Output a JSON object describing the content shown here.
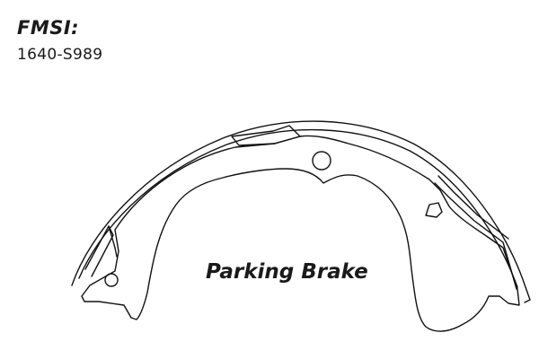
{
  "header": {
    "fmsi_label": "FMSI:",
    "fmsi_code": "1640-S989"
  },
  "diagram": {
    "part_label": "Parking Brake",
    "line_color": "#111111"
  }
}
